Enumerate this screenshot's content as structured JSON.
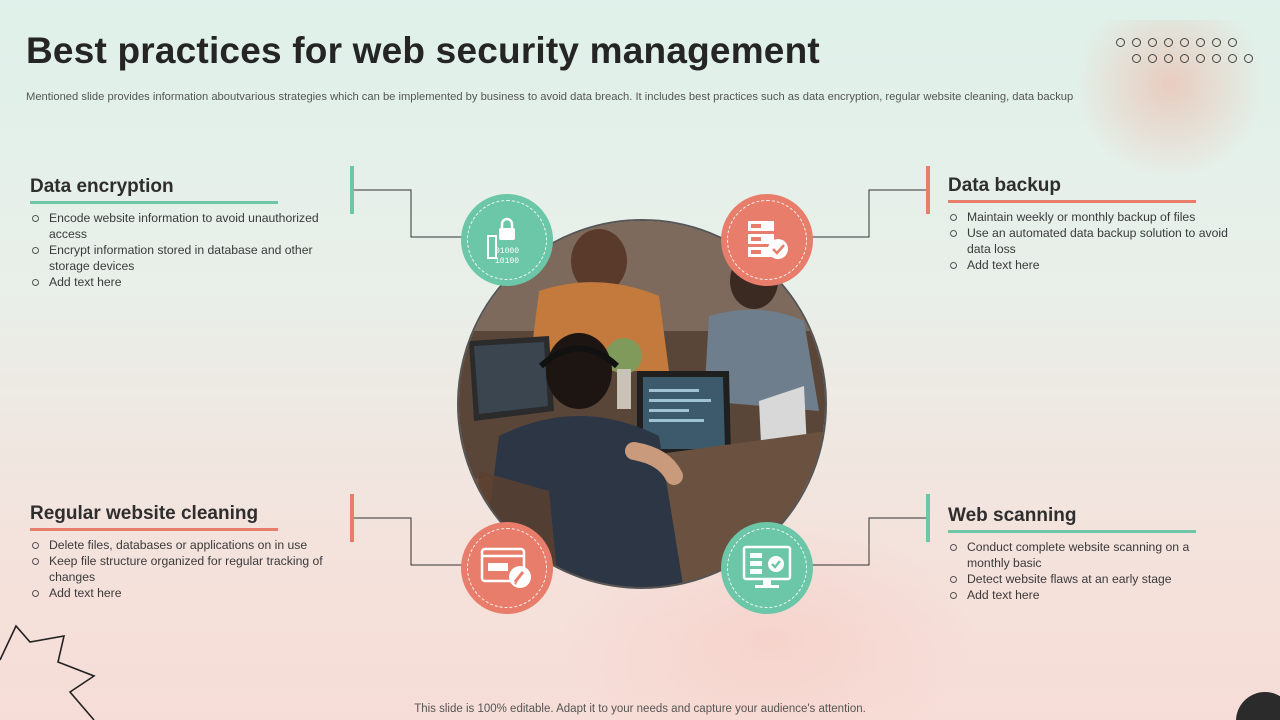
{
  "slide": {
    "title": "Best practices for web security management",
    "subtitle": "Mentioned slide provides information aboutvarious strategies which can be implemented by business to avoid data breach. It includes best practices such as data encryption, regular website cleaning, data backup",
    "footer": "This slide is 100% editable. Adapt it to your needs and capture your audience's attention."
  },
  "colors": {
    "green": "#6cc6a8",
    "coral": "#e77d6a",
    "title": "#252525"
  },
  "sections": {
    "data_encryption": {
      "heading": "Data encryption",
      "icon": "lock-binary-icon",
      "items": [
        "Encode website information to avoid unauthorized access",
        "Encrypt information stored in database and other storage devices",
        "Add text here"
      ]
    },
    "data_backup": {
      "heading": "Data backup",
      "icon": "server-check-icon",
      "items": [
        "Maintain weekly or monthly backup of files",
        "Use an automated data backup solution to avoid data loss",
        "Add text here"
      ]
    },
    "website_cleaning": {
      "heading": "Regular website cleaning",
      "icon": "browser-brush-icon",
      "items": [
        "Delete files, databases or applications on in use",
        "Keep file structure organized for regular tracking of changes",
        "Add text here"
      ]
    },
    "web_scanning": {
      "heading": "Web scanning",
      "icon": "monitor-check-icon",
      "items": [
        "Conduct complete website scanning on a monthly basic",
        "Detect website flaws at an early stage",
        "Add text here"
      ]
    }
  }
}
